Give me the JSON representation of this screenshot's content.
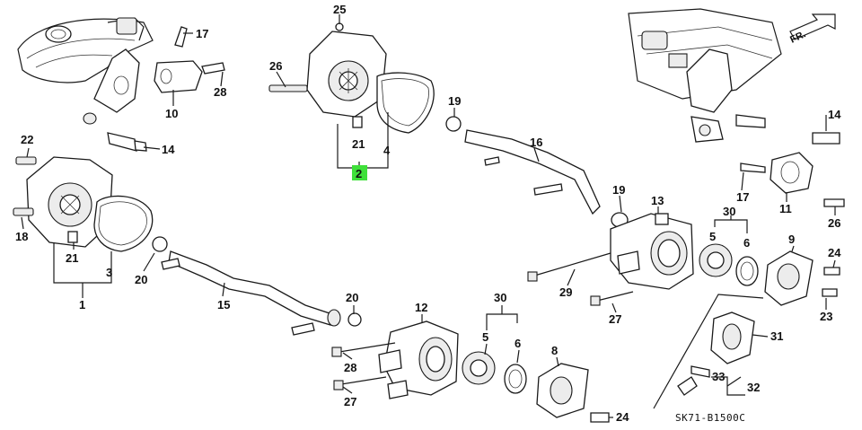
{
  "diagram": {
    "code": "SK71-B1500C",
    "direction_label": "FR.",
    "callouts": [
      {
        "id": "c25",
        "label": "25"
      },
      {
        "id": "c17a",
        "label": "17"
      },
      {
        "id": "c26a",
        "label": "26"
      },
      {
        "id": "c28a",
        "label": "28"
      },
      {
        "id": "c10",
        "label": "10"
      },
      {
        "id": "c19a",
        "label": "19"
      },
      {
        "id": "c14a",
        "label": "14"
      },
      {
        "id": "c14b",
        "label": "14"
      },
      {
        "id": "c21a",
        "label": "21"
      },
      {
        "id": "c4",
        "label": "4"
      },
      {
        "id": "c2",
        "label": "2",
        "highlight": true
      },
      {
        "id": "c16",
        "label": "16"
      },
      {
        "id": "c22",
        "label": "22"
      },
      {
        "id": "c17b",
        "label": "17"
      },
      {
        "id": "c11",
        "label": "11"
      },
      {
        "id": "c19b",
        "label": "19"
      },
      {
        "id": "c26b",
        "label": "26"
      },
      {
        "id": "c18",
        "label": "18"
      },
      {
        "id": "c13",
        "label": "13"
      },
      {
        "id": "c30a",
        "label": "30"
      },
      {
        "id": "c5a",
        "label": "5"
      },
      {
        "id": "c6a",
        "label": "6"
      },
      {
        "id": "c9",
        "label": "9"
      },
      {
        "id": "c24a",
        "label": "24"
      },
      {
        "id": "c20a",
        "label": "20"
      },
      {
        "id": "c21b",
        "label": "21"
      },
      {
        "id": "c3",
        "label": "3"
      },
      {
        "id": "c29",
        "label": "29"
      },
      {
        "id": "c1",
        "label": "1"
      },
      {
        "id": "c15",
        "label": "15"
      },
      {
        "id": "c27a",
        "label": "27"
      },
      {
        "id": "c23",
        "label": "23"
      },
      {
        "id": "c20b",
        "label": "20"
      },
      {
        "id": "c12",
        "label": "12"
      },
      {
        "id": "c30b",
        "label": "30"
      },
      {
        "id": "c31",
        "label": "31"
      },
      {
        "id": "c5b",
        "label": "5"
      },
      {
        "id": "c6b",
        "label": "6"
      },
      {
        "id": "c8",
        "label": "8"
      },
      {
        "id": "c28b",
        "label": "28"
      },
      {
        "id": "c33",
        "label": "33"
      },
      {
        "id": "c32",
        "label": "32"
      },
      {
        "id": "c27b",
        "label": "27"
      },
      {
        "id": "c24b",
        "label": "24"
      }
    ]
  }
}
